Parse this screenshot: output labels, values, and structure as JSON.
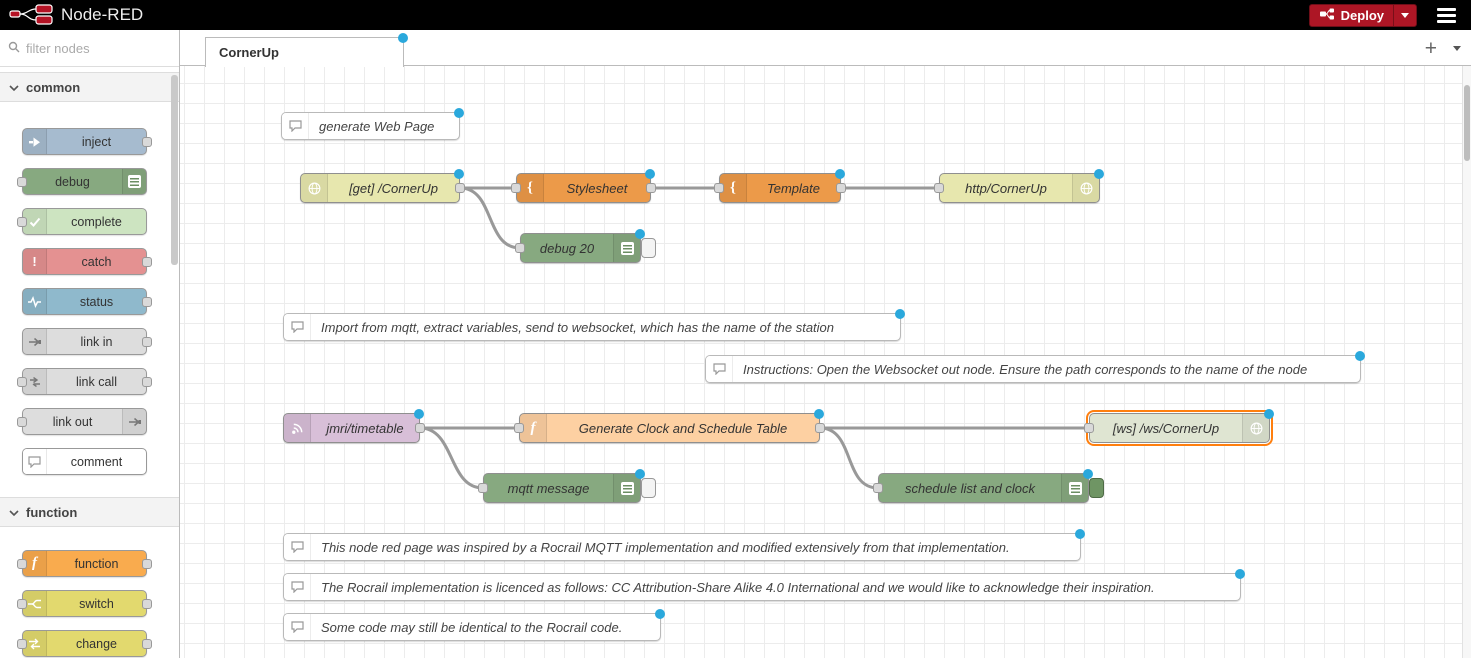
{
  "header": {
    "title": "Node-RED",
    "deploy_label": "Deploy"
  },
  "palette": {
    "search_placeholder": "filter nodes",
    "sections": [
      {
        "label": "common",
        "items": [
          {
            "label": "inject",
            "color": "#a6bbcf"
          },
          {
            "label": "debug",
            "color": "#87a980"
          },
          {
            "label": "complete",
            "color": "#cde4c1"
          },
          {
            "label": "catch",
            "color": "#e49191"
          },
          {
            "label": "status",
            "color": "#8fb9cc"
          },
          {
            "label": "link in",
            "color": "#dddddd"
          },
          {
            "label": "link call",
            "color": "#dddddd"
          },
          {
            "label": "link out",
            "color": "#dddddd"
          },
          {
            "label": "comment",
            "color": "#ffffff"
          }
        ]
      },
      {
        "label": "function",
        "items": [
          {
            "label": "function",
            "color": "#f9ab4e"
          },
          {
            "label": "switch",
            "color": "#e2d96e"
          },
          {
            "label": "change",
            "color": "#e2d96e"
          }
        ]
      }
    ]
  },
  "workspace": {
    "tab_label": "CornerUp"
  },
  "canvas": {
    "nodes": [
      {
        "type": "comment",
        "label": "generate Web Page",
        "color": "#ffffff"
      },
      {
        "type": "http in",
        "label": "[get] /CornerUp",
        "color": "#e7e7ae"
      },
      {
        "type": "template",
        "label": "Stylesheet",
        "color": "#ec9a49"
      },
      {
        "type": "template",
        "label": "Template",
        "color": "#ec9a49"
      },
      {
        "type": "http response",
        "label": "http/CornerUp",
        "color": "#e7e7ae"
      },
      {
        "type": "debug",
        "label": "debug 20",
        "color": "#87a980",
        "enabled": false
      },
      {
        "type": "comment",
        "label": "Import from mqtt, extract variables, send to websocket, which has the name of the station",
        "color": "#ffffff"
      },
      {
        "type": "comment",
        "label": "Instructions: Open the Websocket out node. Ensure the path corresponds to the name of the node",
        "color": "#ffffff"
      },
      {
        "type": "mqtt in",
        "label": "jmri/timetable",
        "color": "#d8bfd8"
      },
      {
        "type": "function",
        "label": "Generate Clock and Schedule Table",
        "color": "#fdd0a2"
      },
      {
        "type": "websocket out",
        "label": "[ws] /ws/CornerUp",
        "color": "#dfe5d2",
        "selected": true
      },
      {
        "type": "debug",
        "label": "mqtt message",
        "color": "#87a980",
        "enabled": false
      },
      {
        "type": "debug",
        "label": "schedule list and clock",
        "color": "#87a980",
        "enabled": true
      },
      {
        "type": "comment",
        "label": "This node red page was inspired by a Rocrail MQTT implementation and modified extensively from that implementation.",
        "color": "#ffffff"
      },
      {
        "type": "comment",
        "label": "The Rocrail implementation is licenced as follows: CC Attribution-Share Alike 4.0 International and we would like to acknowledge their inspiration.",
        "color": "#ffffff"
      },
      {
        "type": "comment",
        "label": "Some code may still be identical to the Rocrail code.",
        "color": "#ffffff"
      }
    ]
  },
  "colors": {
    "header_bg": "#000000",
    "deploy_bg": "#ad1625",
    "modified_dot": "#2aa8dc",
    "selection_outline": "#ff7f0e",
    "wire": "#999999"
  }
}
